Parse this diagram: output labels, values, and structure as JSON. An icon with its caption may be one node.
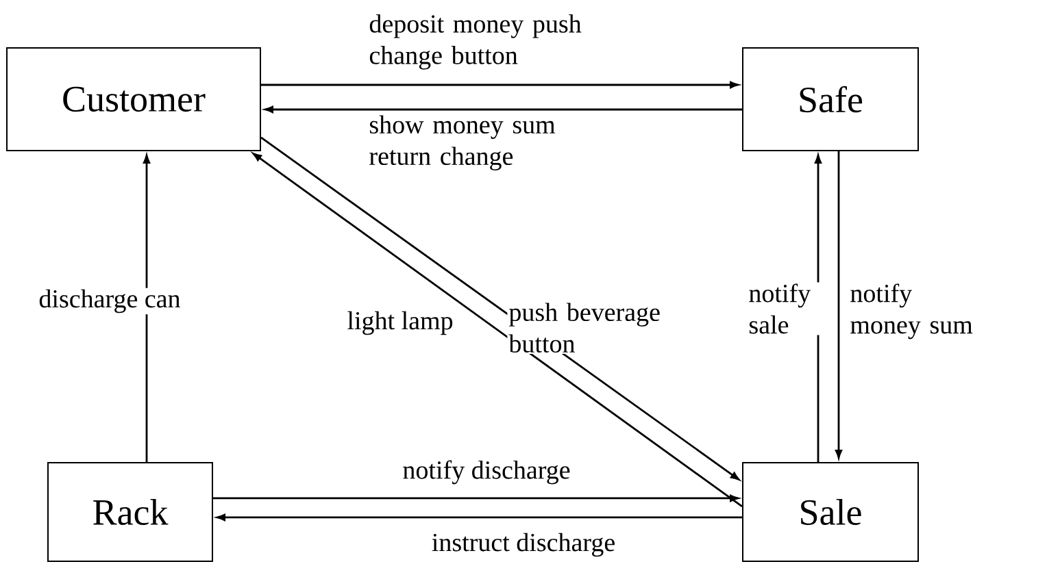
{
  "diagram": {
    "nodes": [
      {
        "text": [
          "Customer"
        ]
      },
      {
        "text": [
          "Safe"
        ]
      },
      {
        "text": [
          "Rack"
        ]
      },
      {
        "text": [
          "Sale"
        ]
      }
    ],
    "edges": [
      {
        "from": 0,
        "to": 1,
        "arrow": "to",
        "label": "deposit money push change button"
      },
      {
        "from": 1,
        "to": 0,
        "arrow": "to",
        "label": "show money sum return change"
      },
      {
        "from": 0,
        "to": 3,
        "arrow": "to",
        "label": "push beverage button"
      },
      {
        "from": 3,
        "to": 0,
        "arrow": "to",
        "label": "light lamp"
      },
      {
        "from": 2,
        "to": 0,
        "arrow": "to",
        "label": "discharge can"
      },
      {
        "from": 2,
        "to": 3,
        "arrow": "to",
        "label": "notify discharge"
      },
      {
        "from": 3,
        "to": 2,
        "arrow": "to",
        "label": "instruct discharge"
      },
      {
        "from": 3,
        "to": 1,
        "arrow": "to",
        "label": "notify sale"
      },
      {
        "from": 1,
        "to": 3,
        "arrow": "to",
        "label": "notify money sum"
      }
    ]
  }
}
